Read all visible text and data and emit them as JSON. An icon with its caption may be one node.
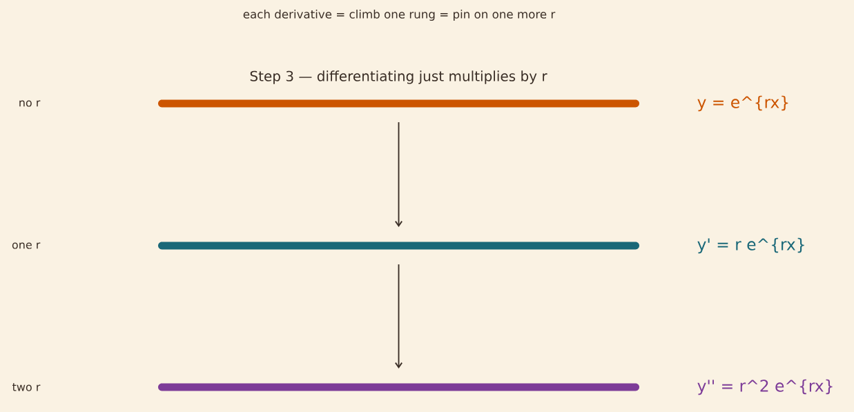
{
  "diagram": {
    "title": "Step 3 — differentiating just multiplies by r",
    "nodes": [
      {
        "text": [],
        "shape": "bar",
        "beside": [
          "y = e^{rx}"
        ]
      },
      {
        "text": [],
        "shape": "bar",
        "beside": [
          "y' = r e^{rx}"
        ]
      },
      {
        "text": [],
        "shape": "bar",
        "beside": [
          "y'' = r^2 e^{rx}"
        ]
      }
    ],
    "edges": [
      {
        "from": 0,
        "to": 1,
        "arrow": "to"
      },
      {
        "from": 1,
        "to": 2,
        "arrow": "to"
      }
    ],
    "labels": [
      "each derivative = climb one rung = pin on one more r",
      "no r",
      "one r",
      "two r"
    ]
  }
}
